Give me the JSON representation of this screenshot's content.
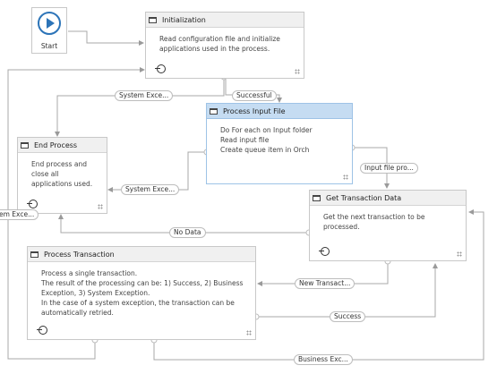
{
  "start": {
    "label": "Start"
  },
  "states": {
    "init": {
      "title": "Initialization",
      "lines": [
        "Read configuration file and initialize",
        "applications used in the process."
      ]
    },
    "end": {
      "title": "End Process",
      "lines": [
        "End process and",
        "close all",
        "applications used."
      ]
    },
    "input": {
      "title": "Process Input File",
      "lines": [
        "Do For each on Input folder",
        "Read input file",
        "Create queue item in Orch"
      ]
    },
    "get": {
      "title": "Get Transaction Data",
      "lines": [
        "Get the next transaction to be",
        "processed."
      ]
    },
    "proc": {
      "title": "Process Transaction",
      "lines": [
        "Process a single transaction.",
        "The result of the processing can be: 1) Success, 2) Business",
        "Exception, 3) System Exception.",
        "In the case of a system exception, the transaction can be",
        "automatically retried."
      ]
    }
  },
  "transitions": {
    "init_system_exc": "System Exce...",
    "init_successful": "Successful",
    "input_system_exc": "System Exce...",
    "input_file_pro": "Input file pro...",
    "get_no_data": "No Data",
    "get_new_transaction": "New Transact...",
    "proc_success": "Success",
    "proc_business_exc": "Business Exc...",
    "proc_system_exc": "em Exce..."
  },
  "colors": {
    "start_accent": "#2c74b8",
    "selected_header": "#c5dcf2",
    "wire": "#9a9a9a"
  }
}
